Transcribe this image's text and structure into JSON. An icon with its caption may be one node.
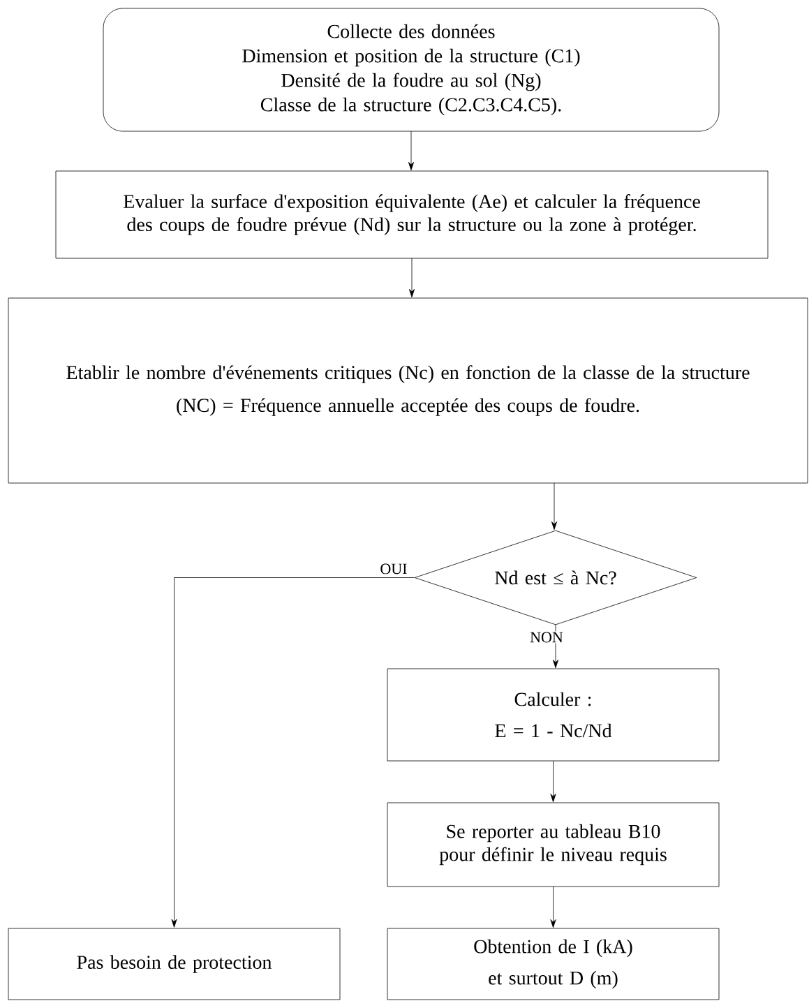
{
  "diagram": {
    "nodes": [
      {
        "text": [
          "Collecte des données",
          "Dimension et position de la structure (C1)",
          "Densité de la foudre au sol (Ng)",
          "Classe de la structure (C2.C3.C4.C5)."
        ]
      },
      {
        "text": [
          "Evaluer la surface d'exposition équivalente (Ae) et calculer la fréquence des coups de foudre prévue (Nd) sur la structure ou la zone à protéger."
        ]
      },
      {
        "text": [
          "Etablir le nombre d'événements critiques (Nc) en fonction de la classe de la structure",
          "(NC) = Fréquence annuelle acceptée des coups de foudre."
        ]
      },
      {
        "text": [
          "Nd est ≤ à Nc?"
        ]
      },
      {
        "text": [
          "Calculer :",
          "E = 1 - Nc/Nd"
        ]
      },
      {
        "text": [
          "Se reporter au tableau B10 pour définir le niveau requis"
        ]
      },
      {
        "text": [
          "Pas besoin de protection"
        ]
      },
      {
        "text": [
          "Obtention de I (kA)",
          "et surtout D (m)"
        ]
      }
    ],
    "edges": [
      {
        "from": 0,
        "to": 1,
        "arrow": "to"
      },
      {
        "from": 1,
        "to": 2,
        "arrow": "to"
      },
      {
        "from": 2,
        "to": 3,
        "arrow": "to"
      },
      {
        "from": 3,
        "to": 6,
        "arrow": "to",
        "label": "OUI"
      },
      {
        "from": 3,
        "to": 4,
        "arrow": "to",
        "label": "NON"
      },
      {
        "from": 4,
        "to": 5,
        "arrow": "to"
      },
      {
        "from": 5,
        "to": 7,
        "arrow": "to"
      }
    ]
  }
}
